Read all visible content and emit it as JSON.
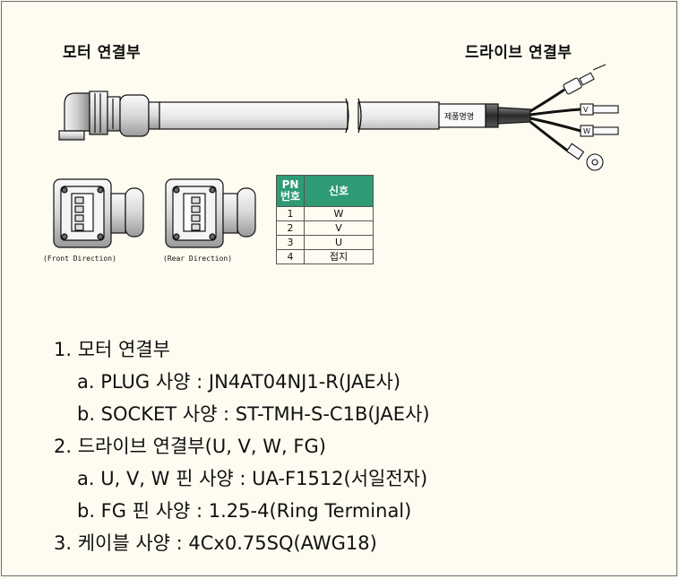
{
  "headings": {
    "motor": "모터 연결부",
    "drive": "드라이브 연결부"
  },
  "cable": {
    "label": "제품명명"
  },
  "wire_labels": [
    "V",
    "W"
  ],
  "connector_views": {
    "front_caption": "(Front Direction)",
    "rear_caption": "(Rear Direction)"
  },
  "pin_table": {
    "headers": [
      "PN\n번호",
      "신호"
    ],
    "rows": [
      {
        "pn": "1",
        "signal": "W"
      },
      {
        "pn": "2",
        "signal": "V"
      },
      {
        "pn": "3",
        "signal": "U"
      },
      {
        "pn": "4",
        "signal": "접지"
      }
    ],
    "header_color": "#2e9b74"
  },
  "specs": [
    "1. 모터 연결부",
    "a. PLUG 사양 : JN4AT04NJ1-R(JAE사)",
    "b. SOCKET 사양 : ST-TMH-S-C1B(JAE사)",
    "2. 드라이브 연결부(U, V, W, FG)",
    "a. U, V, W  핀 사양 : UA-F1512(서일전자)",
    "b. FG 핀 사양 : 1.25-4(Ring Terminal)",
    "3. 케이블 사양 : 4Cx0.75SQ(AWG18)"
  ]
}
